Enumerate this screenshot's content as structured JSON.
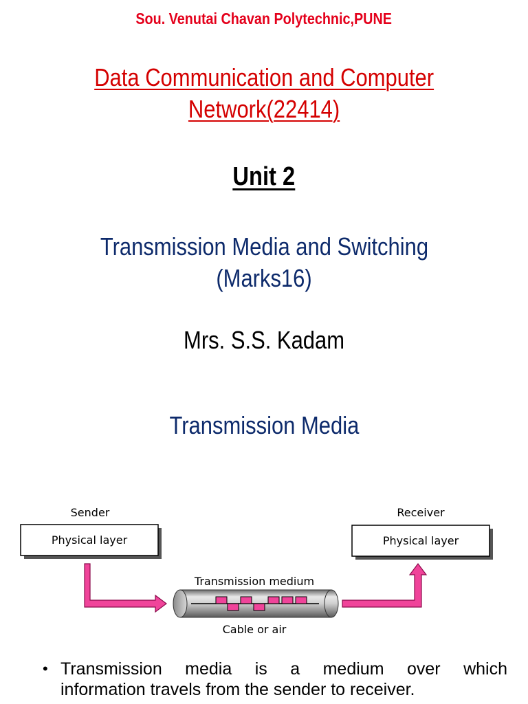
{
  "header": {
    "college": "Sou. Venutai Chavan Polytechnic,PUNE",
    "course_line1": "Data Communication and Computer",
    "course_line2": "Network(22414)",
    "unit": "Unit 2",
    "topic_line1": "Transmission Media and Switching",
    "topic_line2": "(Marks16)",
    "author": "Mrs. S.S. Kadam",
    "section_title": "Transmission Media"
  },
  "diagram": {
    "sender_label": "Sender",
    "sender_box": "Physical layer",
    "receiver_label": "Receiver",
    "receiver_box": "Physical layer",
    "medium_label": "Transmission medium",
    "medium_caption": "Cable or air",
    "colors": {
      "arrow": "#f0449a",
      "arrow_stroke": "#8a0a4b",
      "signal": "#f0449a"
    }
  },
  "content": {
    "bullet_line1": "Transmission media is a medium over which",
    "bullet_line2": "information travels from the sender to receiver."
  }
}
